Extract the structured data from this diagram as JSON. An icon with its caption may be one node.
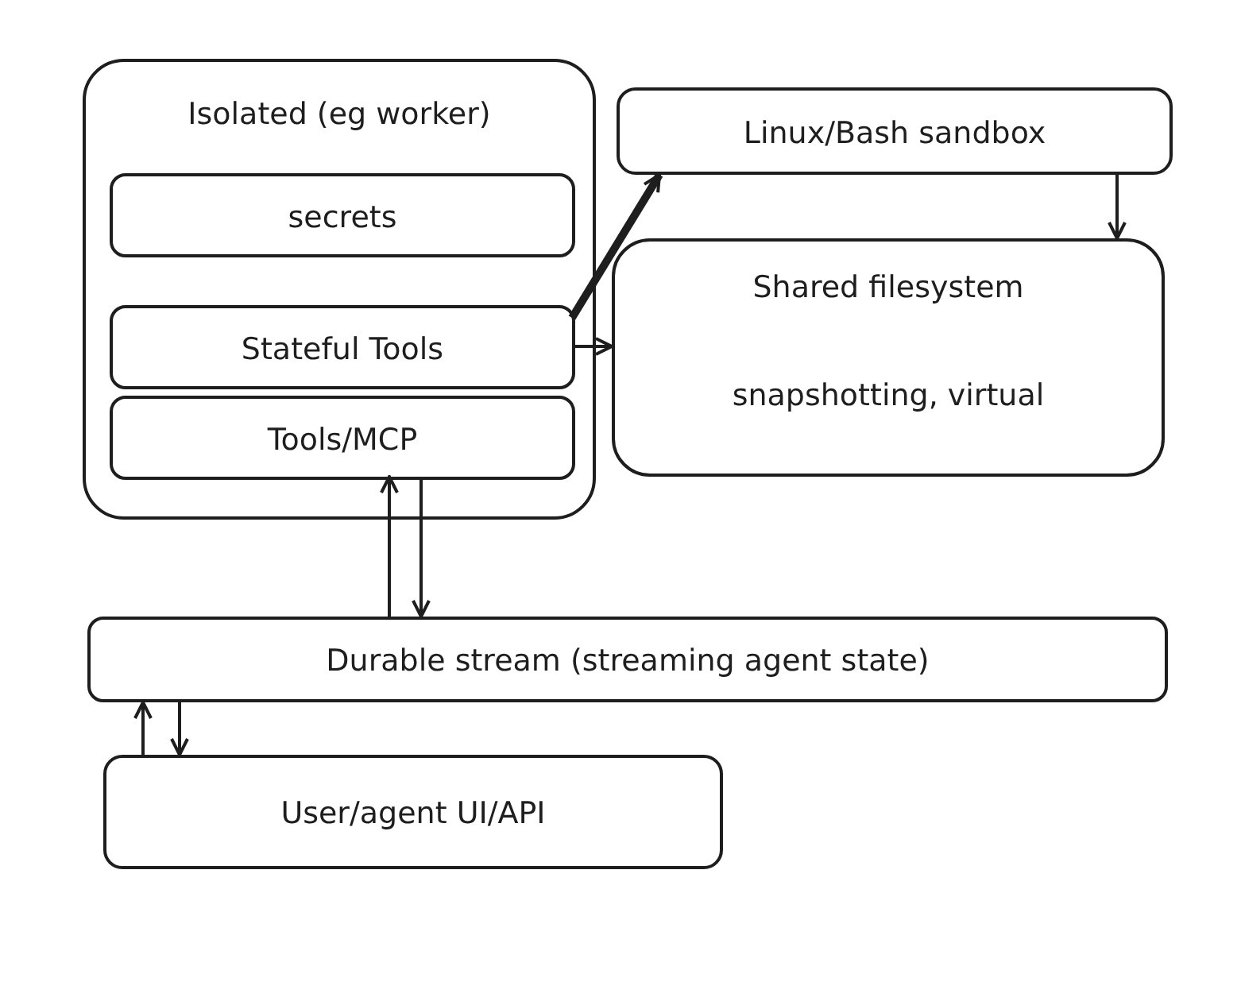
{
  "diagram": {
    "nodes": [
      {
        "text": [
          "Isolated (eg worker)"
        ]
      },
      {
        "text": [
          "secrets"
        ],
        "in": 0
      },
      {
        "text": [
          "Stateful Tools"
        ],
        "in": 0
      },
      {
        "text": [
          "Tools/MCP"
        ],
        "in": 0
      },
      {
        "text": [
          "Linux/Bash sandbox"
        ]
      },
      {
        "text": [
          "Shared filesystem",
          "snapshotting, virtual"
        ]
      },
      {
        "text": [
          "Durable stream (streaming agent state)"
        ]
      },
      {
        "text": [
          "User/agent UI/API"
        ]
      }
    ],
    "edges": [
      {
        "from": 2,
        "to": 4,
        "arrow": "to",
        "style": "thick"
      },
      {
        "from": 2,
        "to": 5,
        "arrow": "to"
      },
      {
        "from": 4,
        "to": 5,
        "arrow": "to"
      },
      {
        "from": 6,
        "to": 3,
        "arrow": "to"
      },
      {
        "from": 3,
        "to": 6,
        "arrow": "to"
      },
      {
        "from": 7,
        "to": 6,
        "arrow": "to"
      },
      {
        "from": 6,
        "to": 7,
        "arrow": "to"
      }
    ]
  }
}
